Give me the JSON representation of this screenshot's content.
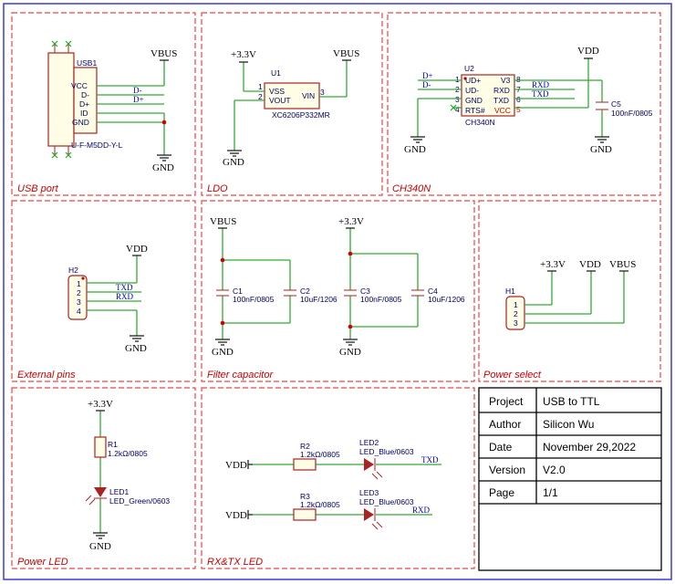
{
  "panels": {
    "usb_port": "USB port",
    "ldo": "LDO",
    "ch340n": "CH340N",
    "external_pins": "External pins",
    "filter_capacitor": "Filter capacitor",
    "power_select": "Power select",
    "power_led": "Power LED",
    "rx_tx_led": "RX&TX LED"
  },
  "usb": {
    "ref": "USB1",
    "part": "U-F-M5DD-Y-L",
    "pins": [
      "VCC",
      "D-",
      "D+",
      "ID",
      "GND"
    ],
    "net_dm": "D-",
    "net_dp": "D+",
    "vbus": "VBUS",
    "gnd": "GND"
  },
  "ldo": {
    "ref": "U1",
    "part": "XC6206P332MR",
    "pin_vss": "VSS",
    "pin_vout": "VOUT",
    "pin_vin": "VIN",
    "n1": "1",
    "n2": "2",
    "n3": "3",
    "v33": "+3.3V",
    "vbus": "VBUS",
    "gnd": "GND"
  },
  "ch340": {
    "ref": "U2",
    "part": "CH340N",
    "left_pins": [
      "UD+",
      "UD-",
      "GND",
      "RTS#"
    ],
    "left_nums": [
      "1",
      "2",
      "3",
      "4"
    ],
    "right_pins": [
      "V3",
      "RXD",
      "TXD",
      "VCC"
    ],
    "right_nums": [
      "8",
      "7",
      "6",
      "5"
    ],
    "net_dp": "D+",
    "net_dm": "D-",
    "net_rxd": "RXD",
    "net_txd": "TXD",
    "cap_ref": "C5",
    "cap_val": "100nF/0805",
    "vdd": "VDD",
    "gnd": "GND"
  },
  "ext": {
    "ref": "H2",
    "nums": [
      "1",
      "2",
      "3",
      "4"
    ],
    "net_txd": "TXD",
    "net_rxd": "RXD",
    "vdd": "VDD",
    "gnd": "GND"
  },
  "filter": {
    "vbus": "VBUS",
    "v33": "+3.3V",
    "gnd": "GND",
    "caps": [
      {
        "ref": "C1",
        "val": "100nF/0805"
      },
      {
        "ref": "C2",
        "val": "10uF/1206"
      },
      {
        "ref": "C3",
        "val": "100nF/0805"
      },
      {
        "ref": "C4",
        "val": "10uF/1206"
      }
    ]
  },
  "psel": {
    "ref": "H1",
    "nums": [
      "1",
      "2",
      "3"
    ],
    "v33": "+3.3V",
    "vdd": "VDD",
    "vbus": "VBUS"
  },
  "pled": {
    "v33": "+3.3V",
    "r_ref": "R1",
    "r_val": "1.2kΩ/0805",
    "led_ref": "LED1",
    "led_val": "LED_Green/0603",
    "gnd": "GND"
  },
  "rxtx": {
    "vdd": "VDD",
    "r2_ref": "R2",
    "r2_val": "1.2kΩ/0805",
    "led2_ref": "LED2",
    "led2_val": "LED_Blue/0603",
    "net_txd": "TXD",
    "r3_ref": "R3",
    "r3_val": "1.2kΩ/0805",
    "led3_ref": "LED3",
    "led3_val": "LED_Blue/0603",
    "net_rxd": "RXD"
  },
  "title_block": {
    "rows": [
      {
        "label": "Project",
        "value": "USB to TTL"
      },
      {
        "label": "Author",
        "value": "Silicon Wu"
      },
      {
        "label": "Date",
        "value": "November 29,2022"
      },
      {
        "label": "Version",
        "value": "V2.0"
      },
      {
        "label": "Page",
        "value": "1/1"
      }
    ]
  }
}
